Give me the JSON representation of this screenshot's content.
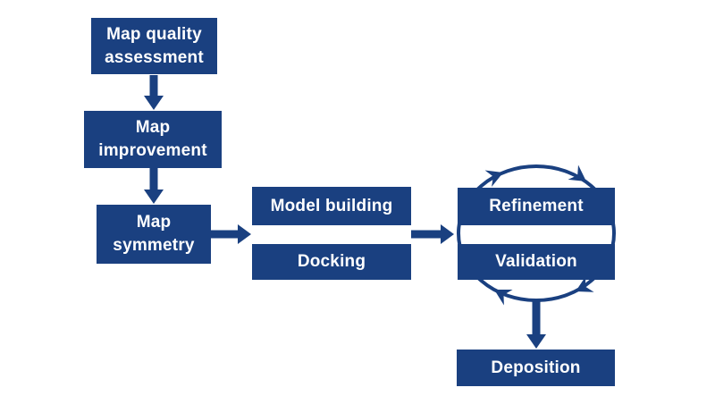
{
  "colors": {
    "accent": "#1A4080",
    "boxtext": "#FFFFFF",
    "bg": "#FFFFFF"
  },
  "flowchart": {
    "boxes": {
      "map_quality": "Map quality\nassessment",
      "map_improvement": "Map\nimprovement",
      "map_symmetry": "Map\nsymmetry",
      "model_building": "Model building",
      "docking": "Docking",
      "refinement": "Refinement",
      "validation": "Validation",
      "deposition": "Deposition"
    },
    "edges": [
      {
        "from": "map_quality",
        "to": "map_improvement",
        "direction": "down"
      },
      {
        "from": "map_improvement",
        "to": "map_symmetry",
        "direction": "down"
      },
      {
        "from": "map_symmetry",
        "to": "model_building_docking",
        "direction": "right"
      },
      {
        "from": "model_building_docking",
        "to": "refinement_validation",
        "direction": "right"
      },
      {
        "from": "refinement_validation_cycle",
        "to": "deposition",
        "direction": "down"
      }
    ],
    "cycle": {
      "between": [
        "refinement",
        "validation"
      ],
      "shape": "ellipse",
      "rotation": "clockwise",
      "arrowhead_count": 4
    }
  }
}
